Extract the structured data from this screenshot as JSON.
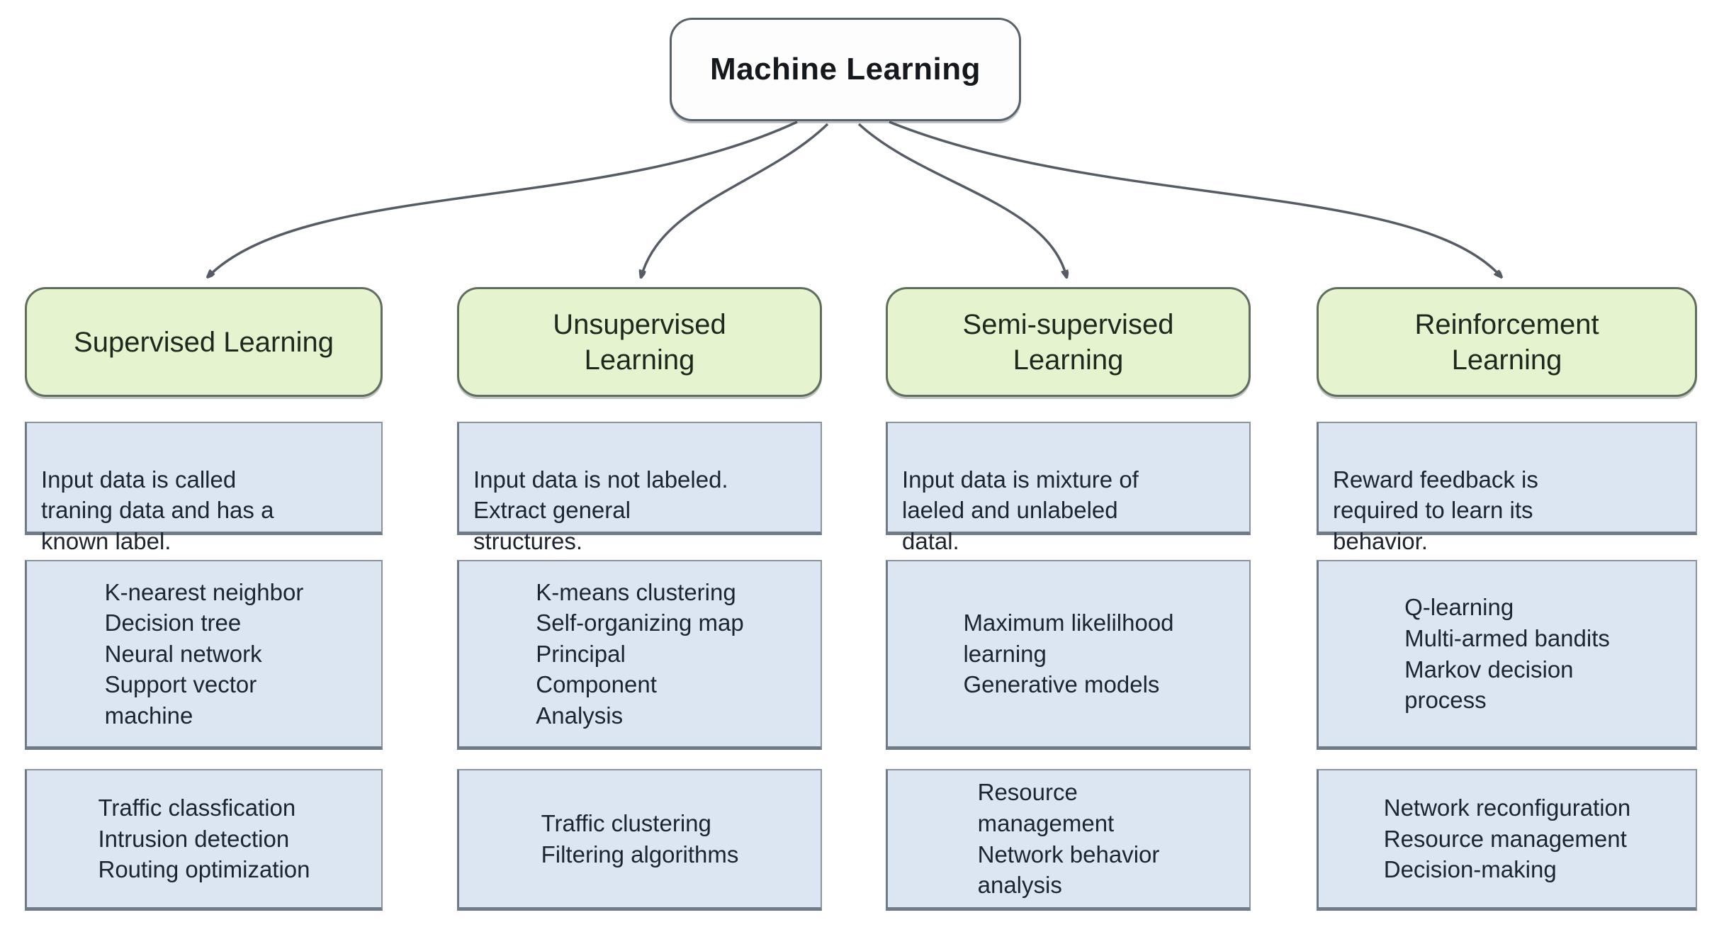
{
  "diagram": {
    "root": {
      "label": "Machine Learning"
    },
    "columns": [
      {
        "title": "Supervised Learning",
        "description": "Input data is called\ntraning data and has a\nknown label.",
        "algorithms": "K-nearest neighbor\nDecision tree\nNeural network\nSupport vector\nmachine",
        "applications": "Traffic classfication\nIntrusion detection\nRouting optimization"
      },
      {
        "title": "Unsupervised\nLearning",
        "description": "Input data is not labeled.\nExtract general\nstructures.",
        "algorithms": "K-means clustering\nSelf-organizing map\nPrincipal\nComponent\nAnalysis",
        "applications": "Traffic clustering\nFiltering algorithms"
      },
      {
        "title": "Semi-supervised\nLearning",
        "description": "Input data is mixture of\nlaeled and unlabeled\ndatal.",
        "algorithms": "Maximum likelilhood\nlearning\nGenerative models",
        "applications": "Resource\nmanagement\nNetwork behavior\nanalysis"
      },
      {
        "title": "Reinforcement\nLearning",
        "description": "Reward feedback is\nrequired to learn its\nbehavior.",
        "algorithms": "Q-learning\nMulti-armed bandits\nMarkov decision\nprocess",
        "applications": "Network reconfiguration\nResource management\nDecision-making"
      }
    ],
    "colors": {
      "category_fill": "#e6f3cf",
      "category_border": "#5f6e5f",
      "info_fill": "#dce6f2",
      "info_border": "#7b8794",
      "root_fill": "#fdfdfd",
      "root_border": "#59616b",
      "arrow": "#555c66",
      "text": "#1c2430"
    }
  }
}
